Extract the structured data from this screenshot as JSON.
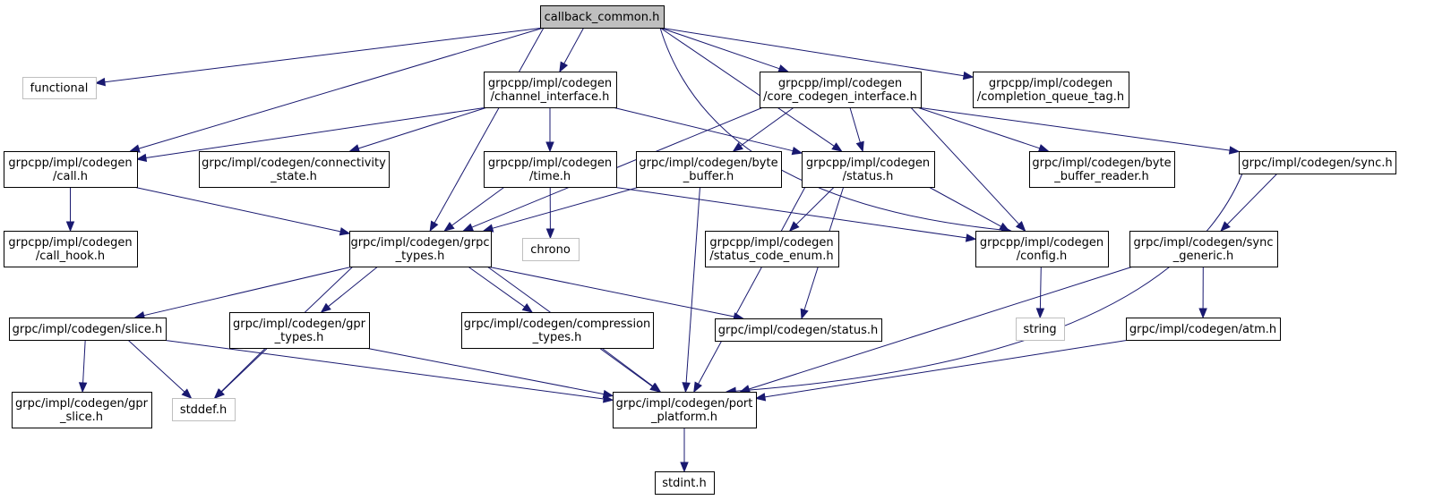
{
  "diagram": {
    "type": "include-dependency-graph",
    "root": "callback_common.h",
    "colors": {
      "edge": "#191970",
      "root_fill": "#bfbfbf",
      "node_border": "#000000",
      "system_border": "#bfbfbf"
    },
    "nodes": [
      {
        "id": "callback_common",
        "lines": [
          "callback_common.h"
        ],
        "kind": "root"
      },
      {
        "id": "functional",
        "lines": [
          "functional"
        ],
        "kind": "system"
      },
      {
        "id": "channel_interface",
        "lines": [
          "grpcpp/impl/codegen",
          "/channel_interface.h"
        ],
        "kind": "file"
      },
      {
        "id": "core_codegen_interface",
        "lines": [
          "grpcpp/impl/codegen",
          "/core_codegen_interface.h"
        ],
        "kind": "file"
      },
      {
        "id": "completion_queue_tag",
        "lines": [
          "grpcpp/impl/codegen",
          "/completion_queue_tag.h"
        ],
        "kind": "file"
      },
      {
        "id": "call",
        "lines": [
          "grpcpp/impl/codegen",
          "/call.h"
        ],
        "kind": "file"
      },
      {
        "id": "connectivity_state",
        "lines": [
          "grpc/impl/codegen/connectivity",
          "_state.h"
        ],
        "kind": "file"
      },
      {
        "id": "time",
        "lines": [
          "grpcpp/impl/codegen",
          "/time.h"
        ],
        "kind": "file"
      },
      {
        "id": "byte_buffer",
        "lines": [
          "grpc/impl/codegen/byte",
          "_buffer.h"
        ],
        "kind": "file"
      },
      {
        "id": "status_cpp",
        "lines": [
          "grpcpp/impl/codegen",
          "/status.h"
        ],
        "kind": "file"
      },
      {
        "id": "byte_buffer_reader",
        "lines": [
          "grpc/impl/codegen/byte",
          "_buffer_reader.h"
        ],
        "kind": "file"
      },
      {
        "id": "sync",
        "lines": [
          "grpc/impl/codegen/sync.h"
        ],
        "kind": "file"
      },
      {
        "id": "call_hook",
        "lines": [
          "grpcpp/impl/codegen",
          "/call_hook.h"
        ],
        "kind": "file"
      },
      {
        "id": "grpc_types",
        "lines": [
          "grpc/impl/codegen/grpc",
          "_types.h"
        ],
        "kind": "file"
      },
      {
        "id": "chrono",
        "lines": [
          "chrono"
        ],
        "kind": "system"
      },
      {
        "id": "status_code_enum",
        "lines": [
          "grpcpp/impl/codegen",
          "/status_code_enum.h"
        ],
        "kind": "file"
      },
      {
        "id": "config",
        "lines": [
          "grpcpp/impl/codegen",
          "/config.h"
        ],
        "kind": "file"
      },
      {
        "id": "sync_generic",
        "lines": [
          "grpc/impl/codegen/sync",
          "_generic.h"
        ],
        "kind": "file"
      },
      {
        "id": "slice",
        "lines": [
          "grpc/impl/codegen/slice.h"
        ],
        "kind": "file"
      },
      {
        "id": "gpr_types",
        "lines": [
          "grpc/impl/codegen/gpr",
          "_types.h"
        ],
        "kind": "file"
      },
      {
        "id": "compression_types",
        "lines": [
          "grpc/impl/codegen/compression",
          "_types.h"
        ],
        "kind": "file"
      },
      {
        "id": "status_c",
        "lines": [
          "grpc/impl/codegen/status.h"
        ],
        "kind": "file"
      },
      {
        "id": "string",
        "lines": [
          "string"
        ],
        "kind": "system"
      },
      {
        "id": "atm",
        "lines": [
          "grpc/impl/codegen/atm.h"
        ],
        "kind": "file"
      },
      {
        "id": "gpr_slice",
        "lines": [
          "grpc/impl/codegen/gpr",
          "_slice.h"
        ],
        "kind": "file"
      },
      {
        "id": "stddef",
        "lines": [
          "stddef.h"
        ],
        "kind": "system"
      },
      {
        "id": "port_platform",
        "lines": [
          "grpc/impl/codegen/port",
          "_platform.h"
        ],
        "kind": "file"
      },
      {
        "id": "stdint",
        "lines": [
          "stdint.h"
        ],
        "kind": "file"
      }
    ],
    "edges": [
      {
        "from": "callback_common",
        "to": "functional"
      },
      {
        "from": "callback_common",
        "to": "call"
      },
      {
        "from": "callback_common",
        "to": "grpc_types"
      },
      {
        "from": "callback_common",
        "to": "channel_interface"
      },
      {
        "from": "callback_common",
        "to": "status_cpp"
      },
      {
        "from": "callback_common",
        "to": "core_codegen_interface"
      },
      {
        "from": "callback_common",
        "to": "completion_queue_tag"
      },
      {
        "from": "callback_common",
        "to": "config"
      },
      {
        "from": "channel_interface",
        "to": "call"
      },
      {
        "from": "channel_interface",
        "to": "connectivity_state"
      },
      {
        "from": "channel_interface",
        "to": "time"
      },
      {
        "from": "channel_interface",
        "to": "status_cpp"
      },
      {
        "from": "core_codegen_interface",
        "to": "grpc_types"
      },
      {
        "from": "core_codegen_interface",
        "to": "byte_buffer"
      },
      {
        "from": "core_codegen_interface",
        "to": "status_cpp"
      },
      {
        "from": "core_codegen_interface",
        "to": "config"
      },
      {
        "from": "core_codegen_interface",
        "to": "byte_buffer_reader"
      },
      {
        "from": "core_codegen_interface",
        "to": "sync"
      },
      {
        "from": "call",
        "to": "call_hook"
      },
      {
        "from": "call",
        "to": "grpc_types"
      },
      {
        "from": "time",
        "to": "grpc_types"
      },
      {
        "from": "time",
        "to": "chrono"
      },
      {
        "from": "time",
        "to": "config"
      },
      {
        "from": "byte_buffer",
        "to": "grpc_types"
      },
      {
        "from": "byte_buffer",
        "to": "port_platform"
      },
      {
        "from": "status_cpp",
        "to": "status_code_enum"
      },
      {
        "from": "status_cpp",
        "to": "config"
      },
      {
        "from": "status_cpp",
        "to": "status_c"
      },
      {
        "from": "status_cpp",
        "to": "port_platform"
      },
      {
        "from": "sync",
        "to": "sync_generic"
      },
      {
        "from": "sync",
        "to": "port_platform"
      },
      {
        "from": "grpc_types",
        "to": "slice"
      },
      {
        "from": "grpc_types",
        "to": "stddef"
      },
      {
        "from": "grpc_types",
        "to": "gpr_types"
      },
      {
        "from": "grpc_types",
        "to": "port_platform"
      },
      {
        "from": "grpc_types",
        "to": "compression_types"
      },
      {
        "from": "grpc_types",
        "to": "status_c"
      },
      {
        "from": "config",
        "to": "string"
      },
      {
        "from": "sync_generic",
        "to": "atm"
      },
      {
        "from": "sync_generic",
        "to": "port_platform"
      },
      {
        "from": "atm",
        "to": "port_platform"
      },
      {
        "from": "slice",
        "to": "gpr_slice"
      },
      {
        "from": "slice",
        "to": "stddef"
      },
      {
        "from": "slice",
        "to": "port_platform"
      },
      {
        "from": "gpr_types",
        "to": "stddef"
      },
      {
        "from": "gpr_types",
        "to": "port_platform"
      },
      {
        "from": "compression_types",
        "to": "port_platform"
      },
      {
        "from": "port_platform",
        "to": "stdint"
      }
    ]
  }
}
